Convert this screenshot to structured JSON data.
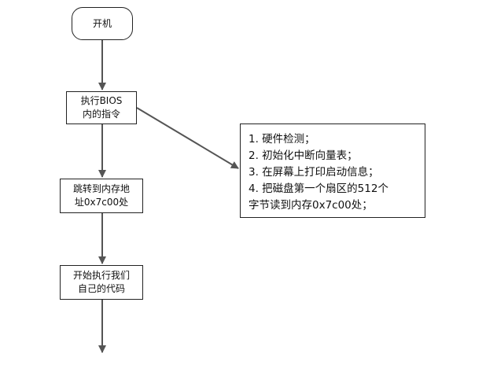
{
  "nodes": {
    "start": {
      "label": "开机"
    },
    "bios": {
      "lines": [
        "执行BIOS",
        "内的指令"
      ]
    },
    "jump": {
      "lines": [
        "跳转到内存地",
        "址0x7c00处"
      ]
    },
    "exec": {
      "lines": [
        "开始执行我们",
        "自己的代码"
      ]
    },
    "note": {
      "lines": [
        "1. 硬件检测；",
        "2. 初始化中断向量表；",
        "3. 在屏幕上打印启动信息；",
        "4. 把磁盘第一个扇区的512个",
        "字节读到内存0x7c00处；"
      ]
    }
  },
  "colors": {
    "connector": "#555555",
    "border": "#222222",
    "text": "#111111",
    "background": "#ffffff"
  }
}
